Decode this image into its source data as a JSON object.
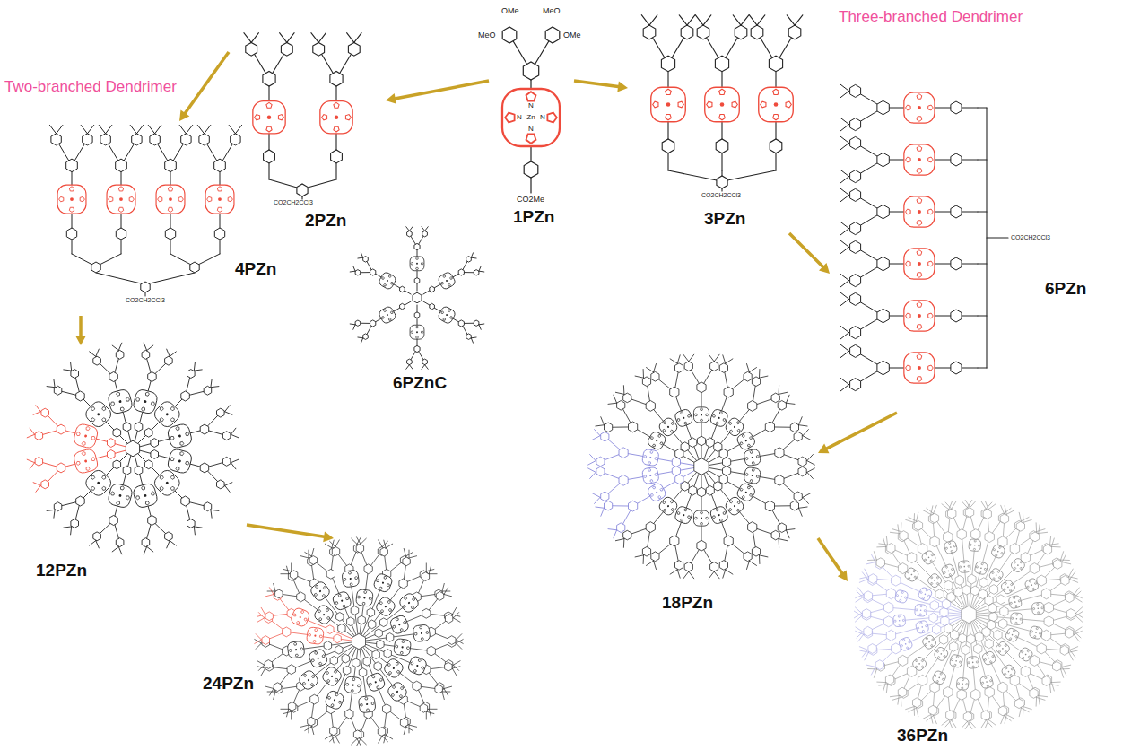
{
  "diagram": {
    "nodes": [
      {
        "text": [
          "1PZn"
        ]
      },
      {
        "text": [
          "2PZn"
        ]
      },
      {
        "text": [
          "3PZn"
        ]
      },
      {
        "text": [
          "4PZn"
        ]
      },
      {
        "text": [
          "6PZn"
        ]
      },
      {
        "text": [
          "6PZnC"
        ]
      },
      {
        "text": [
          "12PZn"
        ]
      },
      {
        "text": [
          "18PZn"
        ]
      },
      {
        "text": [
          "24PZn"
        ]
      },
      {
        "text": [
          "36PZn"
        ]
      }
    ],
    "edges": [
      {
        "from": 0,
        "to": 1,
        "arrow": "to"
      },
      {
        "from": 0,
        "to": 2,
        "arrow": "to"
      },
      {
        "from": 1,
        "to": 3,
        "arrow": "to"
      },
      {
        "from": 3,
        "to": 6,
        "arrow": "to"
      },
      {
        "from": 6,
        "to": 8,
        "arrow": "to"
      },
      {
        "from": 2,
        "to": 4,
        "arrow": "to"
      },
      {
        "from": 4,
        "to": 7,
        "arrow": "to"
      },
      {
        "from": 7,
        "to": 9,
        "arrow": "to"
      }
    ],
    "labels": [
      "Two-branched Dendrimer",
      "Three-branched Dendrimer",
      "OMe",
      "MeO",
      "MeO",
      "OMe",
      "N",
      "N",
      "N",
      "N",
      "Zn",
      "CO2Me",
      "CO2CH2CCl3",
      "CO2CH2CCl3",
      "CO2CH2CCl3",
      "CO2CH2CCl3"
    ]
  }
}
